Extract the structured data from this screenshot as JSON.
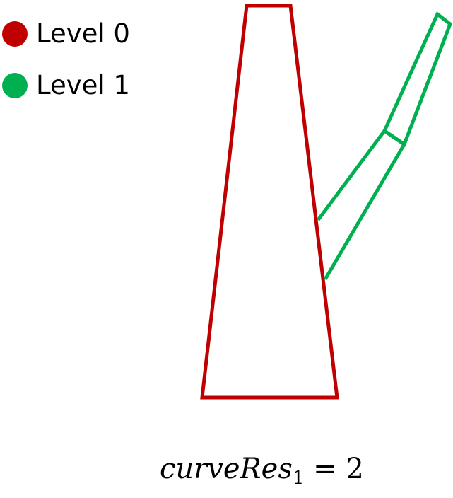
{
  "legend": {
    "items": [
      {
        "label": "Level 0",
        "color": "#c00000"
      },
      {
        "label": "Level 1",
        "color": "#00b050"
      }
    ]
  },
  "formula": {
    "variable": "curveRes",
    "subscript": "1",
    "operator": "=",
    "value": "2"
  },
  "colors": {
    "level0": "#c00000",
    "level1": "#00b050"
  }
}
